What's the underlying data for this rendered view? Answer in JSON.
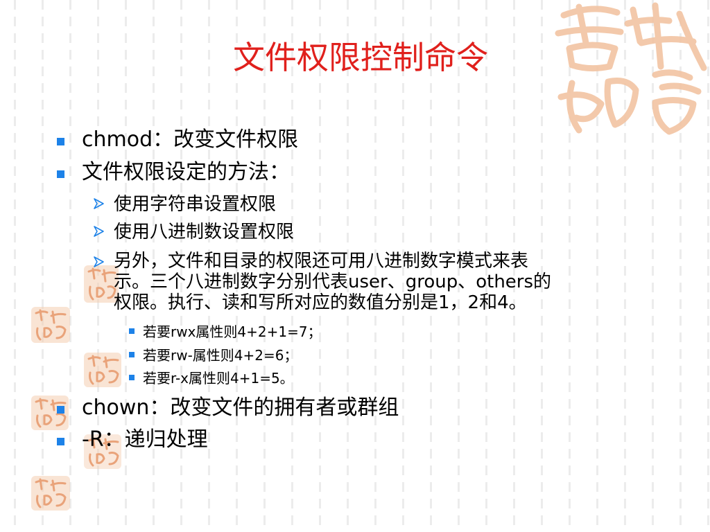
{
  "slide": {
    "title": "文件权限控制命令",
    "items": [
      {
        "text": "chmod：改变文件权限"
      },
      {
        "text": "文件权限设定的方法："
      },
      {
        "text": "使用字符串设置权限"
      },
      {
        "text": "使用八进制数设置权限"
      },
      {
        "lines": [
          "另外，文件和目录的权限还可用八进制数字模式来表",
          "示。三个八进制数字分别代表user、group、others的",
          "权限。执行、读和写所对应的数值分别是1，2和4。"
        ]
      },
      {
        "text": "若要rwx属性则4+2+1=7；"
      },
      {
        "text": "若要rw-属性则4+2=6；"
      },
      {
        "text": "若要r-x属性则4+1=5。"
      },
      {
        "text": "chown：改变文件的拥有者或群组"
      },
      {
        "text": "-R：递归处理"
      }
    ]
  },
  "decor": {
    "seal_text": "吉祥如意",
    "seal_color": "#e8a070",
    "title_color": "#e0201c",
    "bullet_color": "#1d82e8"
  }
}
